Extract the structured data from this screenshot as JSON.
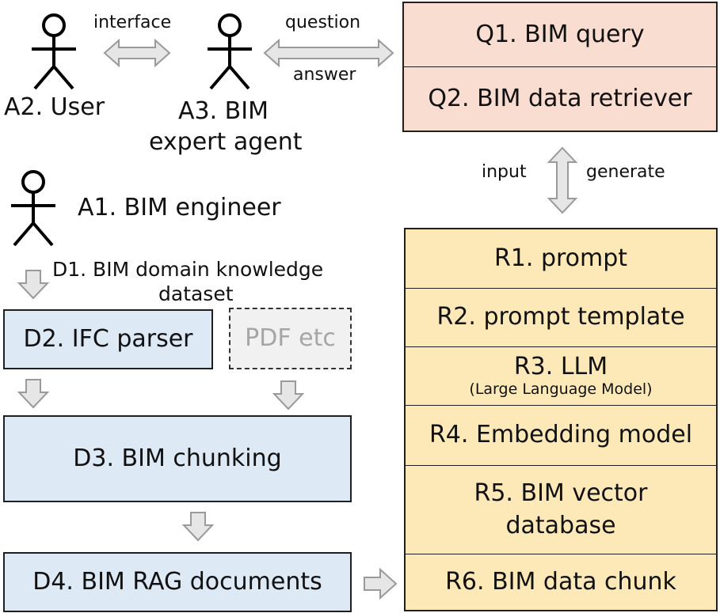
{
  "actors": {
    "a1": "A1. BIM engineer",
    "a2": "A2. User",
    "a3_line1": "A3. BIM",
    "a3_line2": "expert agent"
  },
  "edges": {
    "interface": "interface",
    "question": "question",
    "answer": "answer",
    "input": "input",
    "generate": "generate"
  },
  "dataset": {
    "d1_line1": "D1. BIM domain knowledge",
    "d1_line2": "dataset",
    "d2": "D2. IFC parser",
    "pdf": "PDF etc",
    "d3": "D3. BIM chunking",
    "d4": "D4. BIM RAG documents"
  },
  "query": {
    "q1": "Q1. BIM query",
    "q2": "Q2. BIM data retriever"
  },
  "rag": {
    "r1": "R1. prompt",
    "r2": "R2. prompt template",
    "r3": "R3. LLM",
    "r3_sub": "(Large Language Model)",
    "r4": "R4. Embedding model",
    "r5_line1": "R5. BIM vector",
    "r5_line2": "database",
    "r6": "R6. BIM data chunk"
  },
  "colors": {
    "dataset_box": "#dde9f5",
    "query_box": "#f9ddd0",
    "rag_box": "#fde9b8",
    "pdf_box": "#f1f1f1",
    "arrow_fill": "#e6e6e6",
    "arrow_stroke": "#9a9a9a"
  }
}
